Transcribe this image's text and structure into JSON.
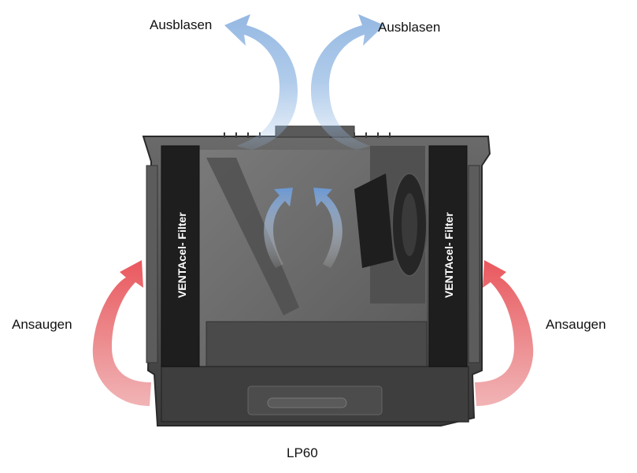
{
  "labels": {
    "exhaust_left": "Ausblasen",
    "exhaust_right": "Ausblasen",
    "intake_left": "Ansaugen",
    "intake_right": "Ansaugen",
    "model": "LP60"
  },
  "filters": {
    "left": {
      "brand": "VENTAcel",
      "suffix": "- Filter"
    },
    "right": {
      "brand": "VENTAcel",
      "suffix": "- Filter"
    }
  },
  "colors": {
    "exhaust_arrow": "#9dbfe6",
    "intake_arrow": "#e0585c",
    "housing": "#4a4a4a",
    "filter": "#222222"
  }
}
